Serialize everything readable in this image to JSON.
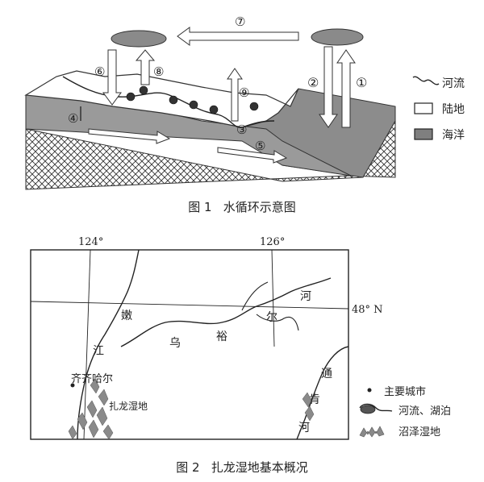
{
  "figure1": {
    "caption": "图 1   水循环示意图",
    "process_labels": [
      "①",
      "②",
      "③",
      "④",
      "⑤",
      "⑥",
      "⑦",
      "⑧",
      "⑨"
    ],
    "legend": [
      {
        "key": "river",
        "label": "河流"
      },
      {
        "key": "land",
        "label": "陆地"
      },
      {
        "key": "ocean",
        "label": "海洋",
        "color": "#7f7f7f"
      }
    ]
  },
  "figure2": {
    "caption": "图 2   扎龙湿地基本概况",
    "lon_labels": [
      "124°",
      "126°"
    ],
    "lat_label": "48° N",
    "place_labels": {
      "nen": "嫩",
      "jiang": "江",
      "wu": "乌",
      "yu": "裕",
      "er": "尔",
      "he1": "河",
      "tong": "通",
      "ken": "肯",
      "he2": "河",
      "qiqihar": "齐齐哈尔",
      "zhalong": "扎龙湿地"
    },
    "legend": [
      {
        "key": "city",
        "label": "主要城市"
      },
      {
        "key": "river_lake",
        "label": "河流、湖泊"
      },
      {
        "key": "marsh",
        "label": "沼泽湿地"
      }
    ]
  },
  "colors": {
    "ocean": "#7f7f7f",
    "land": "#ffffff",
    "outline": "#222222",
    "cloud": "#8a8a8a"
  }
}
